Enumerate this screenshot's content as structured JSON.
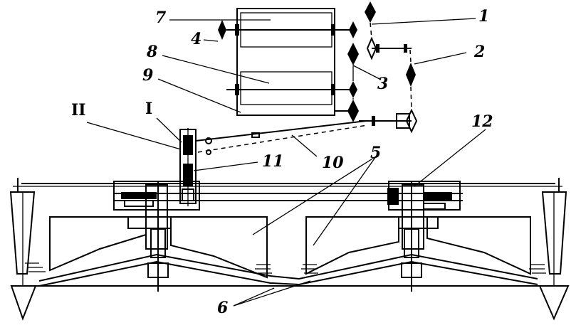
{
  "diagram": {
    "callouts": [
      {
        "id": "c1",
        "text": "1"
      },
      {
        "id": "c2",
        "text": "2"
      },
      {
        "id": "c3",
        "text": "3"
      },
      {
        "id": "c4",
        "text": "4"
      },
      {
        "id": "c5",
        "text": "5"
      },
      {
        "id": "c6",
        "text": "6"
      },
      {
        "id": "c7",
        "text": "7"
      },
      {
        "id": "c8",
        "text": "8"
      },
      {
        "id": "c9",
        "text": "9"
      },
      {
        "id": "c10",
        "text": "10"
      },
      {
        "id": "c11",
        "text": "11"
      },
      {
        "id": "c12",
        "text": "12"
      },
      {
        "id": "cI",
        "text": "I"
      },
      {
        "id": "cII",
        "text": "II"
      }
    ]
  }
}
